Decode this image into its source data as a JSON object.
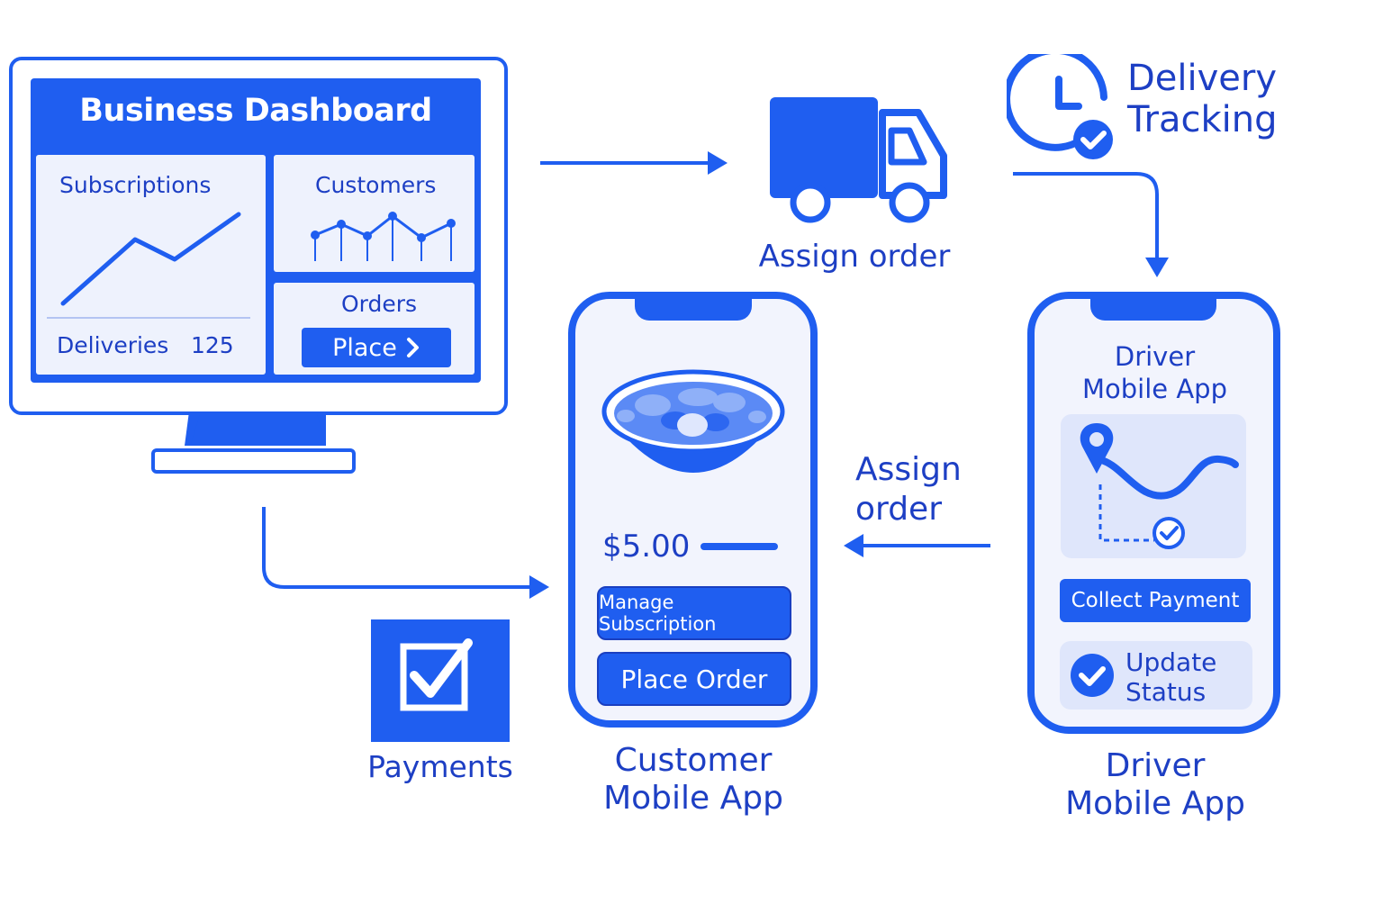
{
  "colors": {
    "primary": "#1f5ef0",
    "text": "#1d3fc4",
    "panel": "#eef2fd",
    "light": "#dfe6fb"
  },
  "dashboard": {
    "title": "Business Dashboard",
    "subscriptions_label": "Subscriptions",
    "customers_label": "Customers",
    "orders_label": "Orders",
    "deliveries_label": "Deliveries",
    "deliveries_value": "125",
    "place_button": "Place"
  },
  "truck": {
    "label": "Assign order",
    "icon": "truck-icon"
  },
  "tracking": {
    "label_line1": "Delivery",
    "label_line2": "Tracking",
    "icon": "clock-check-icon"
  },
  "customer_app": {
    "price": "$5.00",
    "manage_button": "Manage Subscription",
    "place_order_button": "Place Order",
    "caption_line1": "Customer",
    "caption_line2": "Mobile App",
    "icon": "food-bowl-icon"
  },
  "driver_app": {
    "title_line1": "Driver",
    "title_line2": "Mobile App",
    "collect_button": "Collect Payment",
    "update_line1": "Update",
    "update_line2": "Status",
    "caption_line1": "Driver",
    "caption_line2": "Mobile App",
    "icon": "route-map-icon"
  },
  "assign_order_arrow": {
    "line1": "Assign",
    "line2": "order"
  },
  "payments": {
    "label": "Payments",
    "icon": "checkbox-icon"
  }
}
